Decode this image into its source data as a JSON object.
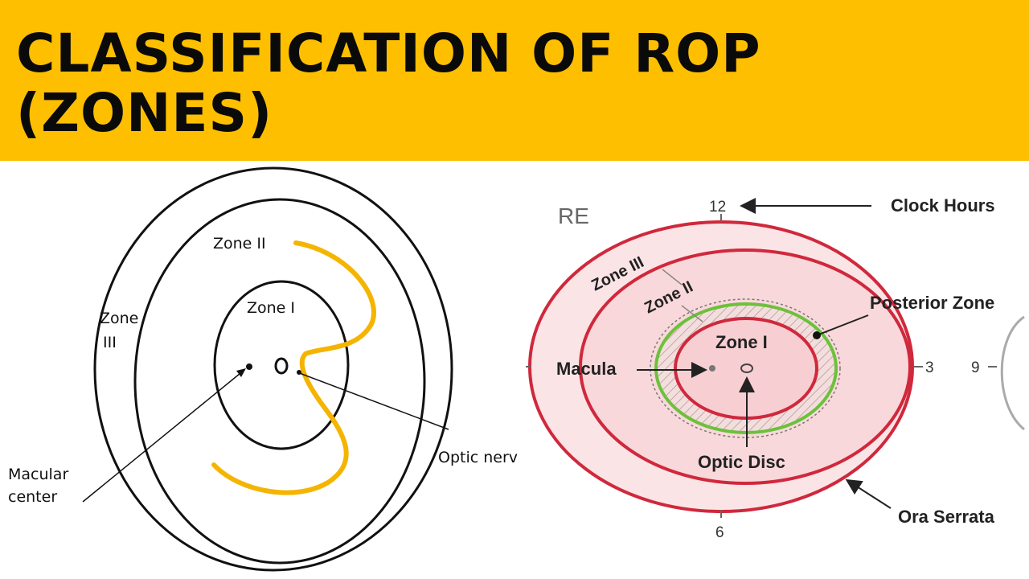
{
  "banner": {
    "title_line1": "CLASSIFICATION OF ROP",
    "title_line2": "(ZONES)",
    "background_color": "#fdbf00"
  },
  "left_diagram": {
    "labels": {
      "zone2": "Zone II",
      "zone1": "Zone I",
      "zone3_line1": "Zone",
      "zone3_line2": "III",
      "macular_line1": "Macular",
      "macular_line2": "center",
      "optic": "Optic nerv"
    },
    "annotation_color": "#f5b400"
  },
  "right_diagram": {
    "labels": {
      "eye": "RE",
      "clock12": "12",
      "clock3": "3",
      "clock6": "6",
      "clock9": "9",
      "clock_hours": "Clock Hours",
      "zone3": "Zone III",
      "zone2": "Zone II",
      "zone1": "Zone I",
      "posterior": "Posterior Zone",
      "macula": "Macula",
      "optic_disc": "Optic Disc",
      "ora": "Ora Serrata"
    },
    "colors": {
      "zone_outline": "#d0283c",
      "posterior_outline": "#6cc13a",
      "zone_fill": "#fbe4e6"
    }
  }
}
